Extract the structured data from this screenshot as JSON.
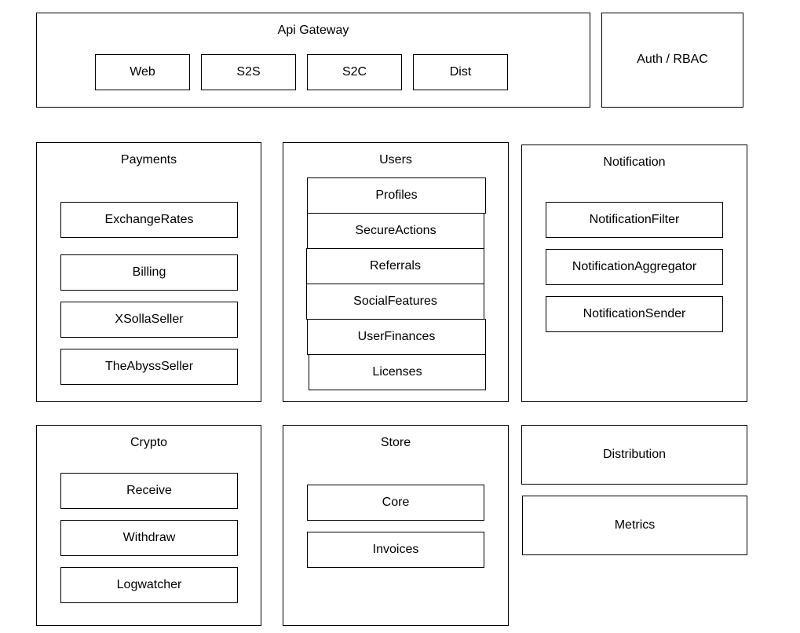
{
  "api_gateway": {
    "title": "Api Gateway",
    "items": [
      "Web",
      "S2S",
      "S2C",
      "Dist"
    ]
  },
  "auth": {
    "title": "Auth / RBAC"
  },
  "payments": {
    "title": "Payments",
    "items": [
      "ExchangeRates",
      "Billing",
      "XSollaSeller",
      "TheAbyssSeller"
    ]
  },
  "users": {
    "title": "Users",
    "items": [
      "Profiles",
      "SecureActions",
      "Referrals",
      "SocialFeatures",
      "UserFinances",
      "Licenses"
    ]
  },
  "notification": {
    "title": "Notification",
    "items": [
      "NotificationFilter",
      "NotificationAggregator",
      "NotificationSender"
    ]
  },
  "crypto": {
    "title": "Crypto",
    "items": [
      "Receive",
      "Withdraw",
      "Logwatcher"
    ]
  },
  "store": {
    "title": "Store",
    "items": [
      "Core",
      "Invoices"
    ]
  },
  "distribution": {
    "title": "Distribution"
  },
  "metrics": {
    "title": "Metrics"
  }
}
